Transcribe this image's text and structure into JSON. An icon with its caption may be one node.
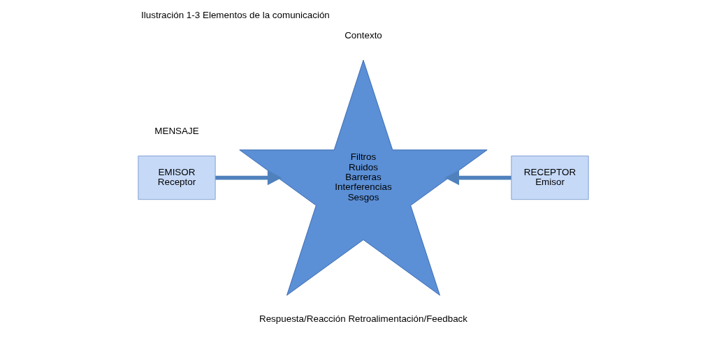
{
  "diagram": {
    "title": "Ilustración 1-3 Elementos de la comunicación",
    "nodes": [
      {
        "text": [
          "EMISOR",
          "Receptor"
        ]
      },
      {
        "text": [
          "Filtros",
          "Ruidos",
          "Barreras",
          "Interferencias",
          "Sesgos"
        ]
      },
      {
        "text": [
          "RECEPTOR",
          "Emisor"
        ]
      }
    ],
    "edges": [
      {
        "from": 0,
        "to": 1,
        "arrow": "to"
      },
      {
        "from": 2,
        "to": 1,
        "arrow": "to"
      }
    ],
    "labels": [
      "Contexto",
      "MENSAJE",
      "Respuesta/Reacción Retroalimentación/Feedback"
    ]
  }
}
